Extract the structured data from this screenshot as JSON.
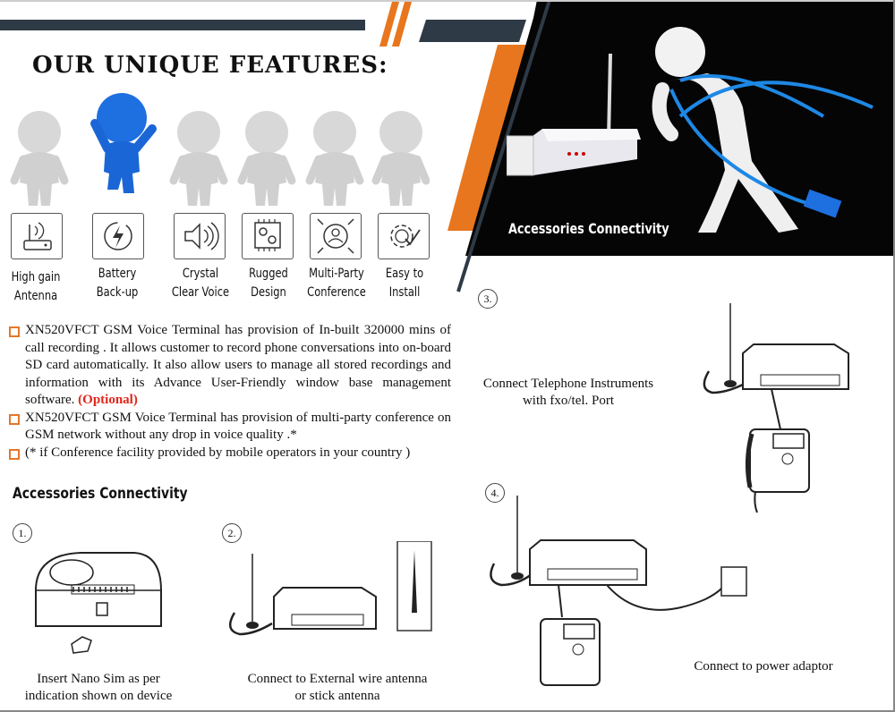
{
  "header": {
    "title": "OUR UNIQUE FEATURES:",
    "photo_caption": "Accessories Connectivity"
  },
  "features": [
    {
      "label_line1": "High gain",
      "label_line2": "Antenna",
      "icon": "router-antenna-icon"
    },
    {
      "label_line1": "Battery",
      "label_line2": "Back-up",
      "icon": "battery-charge-icon"
    },
    {
      "label_line1": "Crystal",
      "label_line2": "Clear Voice",
      "icon": "speaker-icon"
    },
    {
      "label_line1": "Rugged",
      "label_line2": "Design",
      "icon": "chip-gear-icon"
    },
    {
      "label_line1": "Multi-Party",
      "label_line2": "Conference",
      "icon": "conference-user-icon"
    },
    {
      "label_line1": "Easy to",
      "label_line2": "Install",
      "icon": "gear-check-icon"
    }
  ],
  "bullets": [
    {
      "text": "XN520VFCT GSM Voice Terminal has provision of In-built 320000 mins of call recording . It allows customer to record phone conversations into on-board SD card automatically. It also allow users to manage all stored recordings and information with its Advance User-Friendly window base management software.",
      "highlight": "(Optional)"
    },
    {
      "text": "XN520VFCT GSM Voice Terminal has provision of multi-party conference on GSM network without any drop in voice quality .*",
      "highlight": ""
    },
    {
      "text": "(* if Conference facility provided by mobile operators in your country )",
      "highlight": ""
    }
  ],
  "accessories": {
    "title": "Accessories Connectivity",
    "steps": [
      {
        "num": "1.",
        "caption_line1": "Insert Nano Sim as per",
        "caption_line2": "indication shown on device"
      },
      {
        "num": "2.",
        "caption_line1": "Connect to External wire antenna",
        "caption_line2": "or stick antenna"
      },
      {
        "num": "3.",
        "caption_line1": "Connect Telephone Instruments",
        "caption_line2": "with fxo/tel. Port"
      },
      {
        "num": "4.",
        "caption_line1": "Connect to power adaptor",
        "caption_line2": ""
      }
    ]
  },
  "colors": {
    "accent_orange": "#e8761e",
    "dark_navy": "#2e3a46",
    "red_highlight": "#e0261b",
    "human_blue": "#1e6fe0"
  }
}
